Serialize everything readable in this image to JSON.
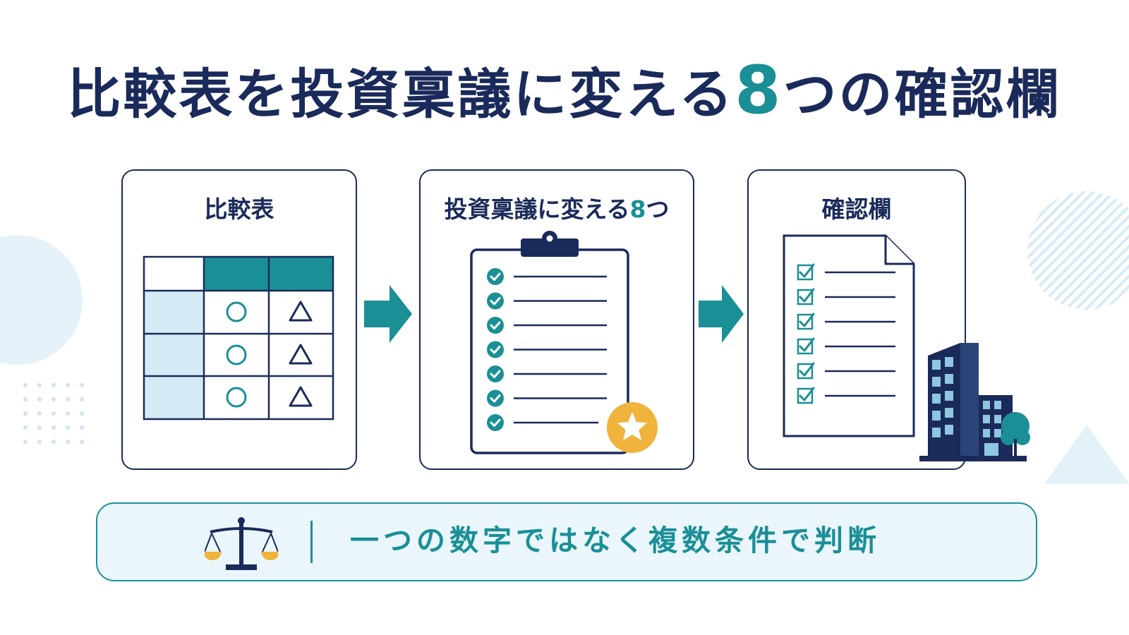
{
  "title": {
    "main": "比較表を投資稟議に変える",
    "number": "8",
    "tail": "つの確認欄"
  },
  "panels": {
    "comparison": {
      "title": "比較表",
      "table_marks": [
        [
          "○",
          "△"
        ],
        [
          "○",
          "△"
        ],
        [
          "○",
          "△"
        ]
      ]
    },
    "transform": {
      "title_main": "投資稟議に変える",
      "title_number": "8",
      "title_tail": "つ",
      "checklist_count": 7
    },
    "confirm": {
      "title": "確認欄",
      "checkbox_count": 6
    }
  },
  "bottom": {
    "message": "一つの数字ではなく複数条件で判断"
  },
  "colors": {
    "navy": "#1a2a5a",
    "teal": "#1a8f96",
    "light_blue": "#d6eaf5",
    "gold": "#f0b43c"
  },
  "icons": [
    "clipboard-icon",
    "star-icon",
    "document-icon",
    "building-icon",
    "tree-icon",
    "scale-icon",
    "arrow-right-icon"
  ]
}
